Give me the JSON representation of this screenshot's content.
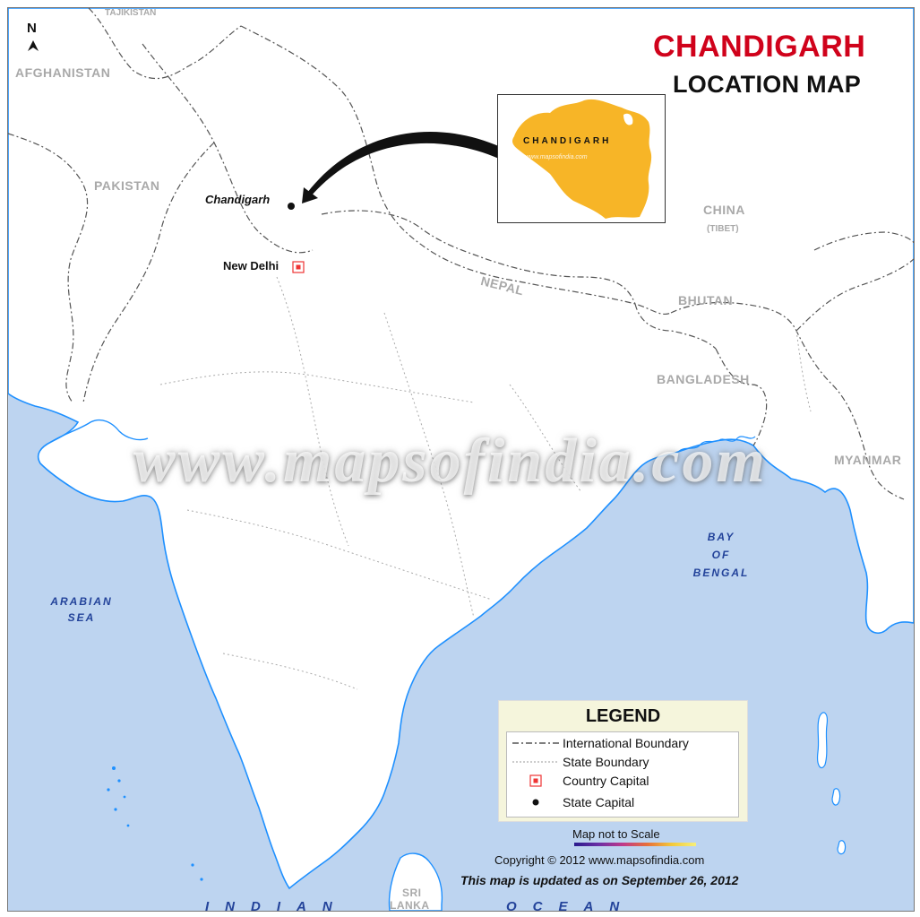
{
  "title": {
    "line1": "CHANDIGARH",
    "line2": "LOCATION MAP"
  },
  "north_arrow": {
    "letter": "N",
    "icon": "north-arrow-icon"
  },
  "countries": {
    "tajikistan": "TAJIKISTAN",
    "afghanistan": "AFGHANISTAN",
    "pakistan": "PAKISTAN",
    "china": "CHINA",
    "tibet": "(TIBET)",
    "nepal": "NEPAL",
    "bhutan": "BHUTAN",
    "bangladesh": "BANGLADESH",
    "myanmar": "MYANMAR",
    "sri_lanka_1": "SRI",
    "sri_lanka_2": "LANKA"
  },
  "water_bodies": {
    "bay_of_bengal_1": "BAY",
    "bay_of_bengal_2": "OF",
    "bay_of_bengal_3": "BENGAL",
    "arabian_sea_1": "ARABIAN",
    "arabian_sea_2": "SEA",
    "indian": "INDIAN",
    "ocean": "OCEAN"
  },
  "cities": {
    "chandigarh": "Chandigarh",
    "new_delhi": "New Delhi"
  },
  "inset": {
    "label": "CHANDIGARH",
    "watermark": "www.mapsofindia.com"
  },
  "watermark": "www.mapsofindia.com",
  "legend": {
    "title": "LEGEND",
    "items": [
      {
        "label": "International Boundary",
        "symbol": "dash-dot-line"
      },
      {
        "label": "State Boundary",
        "symbol": "dotted-line"
      },
      {
        "label": "Country Capital",
        "symbol": "red-square-dot"
      },
      {
        "label": "State Capital",
        "symbol": "black-dot"
      }
    ]
  },
  "footer": {
    "scale_note": "Map not to Scale",
    "copyright": "Copyright © 2012  www.mapsofindia.com",
    "updated": "This map is updated as on September 26, 2012"
  },
  "colors": {
    "sea": "#bdd4f0",
    "coast": "#1e90ff",
    "land": "#ffffff",
    "title_red": "#d0021b",
    "chandigarh_fill": "#f7b527",
    "legend_bg": "#f5f5dc",
    "ocean_text": "#23439a"
  }
}
